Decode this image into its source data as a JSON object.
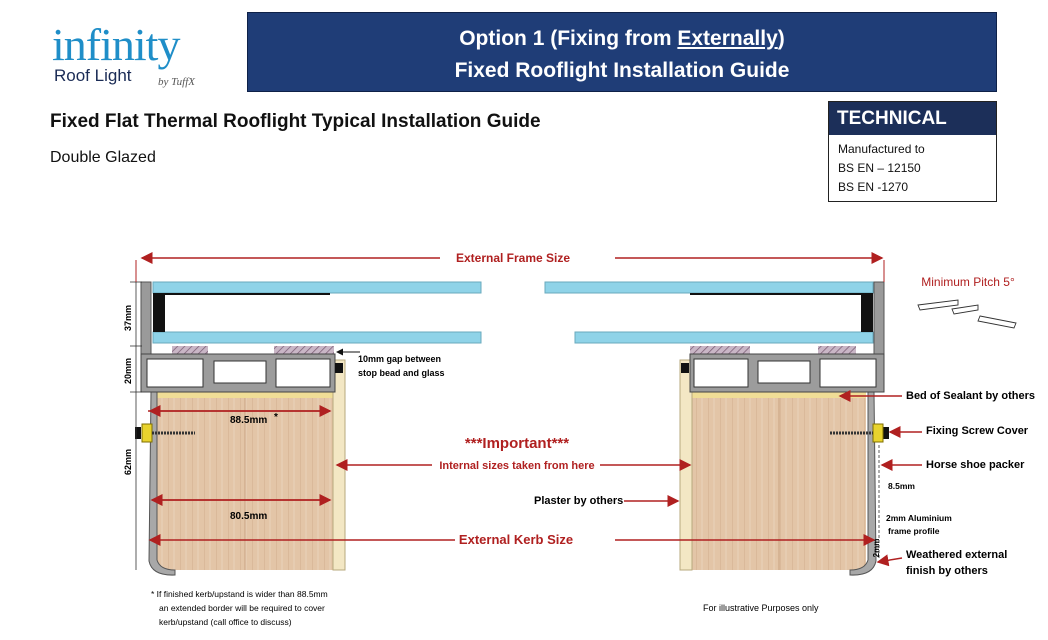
{
  "logo": {
    "word": "infinity",
    "sub": "Roof Light",
    "by": "by TuffX"
  },
  "banner": {
    "line1_pre": "Option 1 (Fixing from ",
    "line1_underlined": "Externally",
    "line1_post": ")",
    "line2": "Fixed Rooflight Installation Guide"
  },
  "title": "Fixed Flat Thermal Rooflight Typical Installation Guide",
  "subtitle": "Double Glazed",
  "technical": {
    "heading": "TECHNICAL",
    "lines": [
      "Manufactured to",
      "BS EN – 12150",
      "BS EN -1270"
    ]
  },
  "diagram": {
    "external_frame_size": "External Frame Size",
    "minimum_pitch": "Minimum Pitch 5°",
    "gap_note_line1": "10mm gap between",
    "gap_note_line2": "stop bead and glass",
    "dim_37": "37mm",
    "dim_20": "20mm",
    "dim_62": "62mm",
    "dim_88_5": "88.5mm",
    "asterisk": "*",
    "dim_80_5": "80.5mm",
    "important": "***Important***",
    "internal_sizes": "Internal sizes taken from here",
    "plaster": "Plaster by others",
    "external_kerb_size": "External Kerb Size",
    "sealant": "Bed of Sealant by others",
    "screw_cover": "Fixing Screw Cover",
    "packer": "Horse shoe packer",
    "dim_8_5": "8.5mm",
    "aluminium_line1": "2mm Aluminium",
    "aluminium_line2": "frame profile",
    "dim_2": "2mm",
    "weathered_line1": "Weathered external",
    "weathered_line2": "finish by others",
    "footnote_line1": "* If finished kerb/upstand is wider than 88.5mm",
    "footnote_line2": "an extended border will be required to cover",
    "footnote_line3": "kerb/upstand (call office to discuss)",
    "illustrative": "For illustrative Purposes only"
  },
  "colors": {
    "banner": "#1f3d77",
    "technical_head": "#1c2f59",
    "logo_blue": "#1f8ec8",
    "annotation_red": "#b02020",
    "glass": "#8fd3e8",
    "timber": "#e2c4a6",
    "plaster": "#f3e7c4"
  }
}
